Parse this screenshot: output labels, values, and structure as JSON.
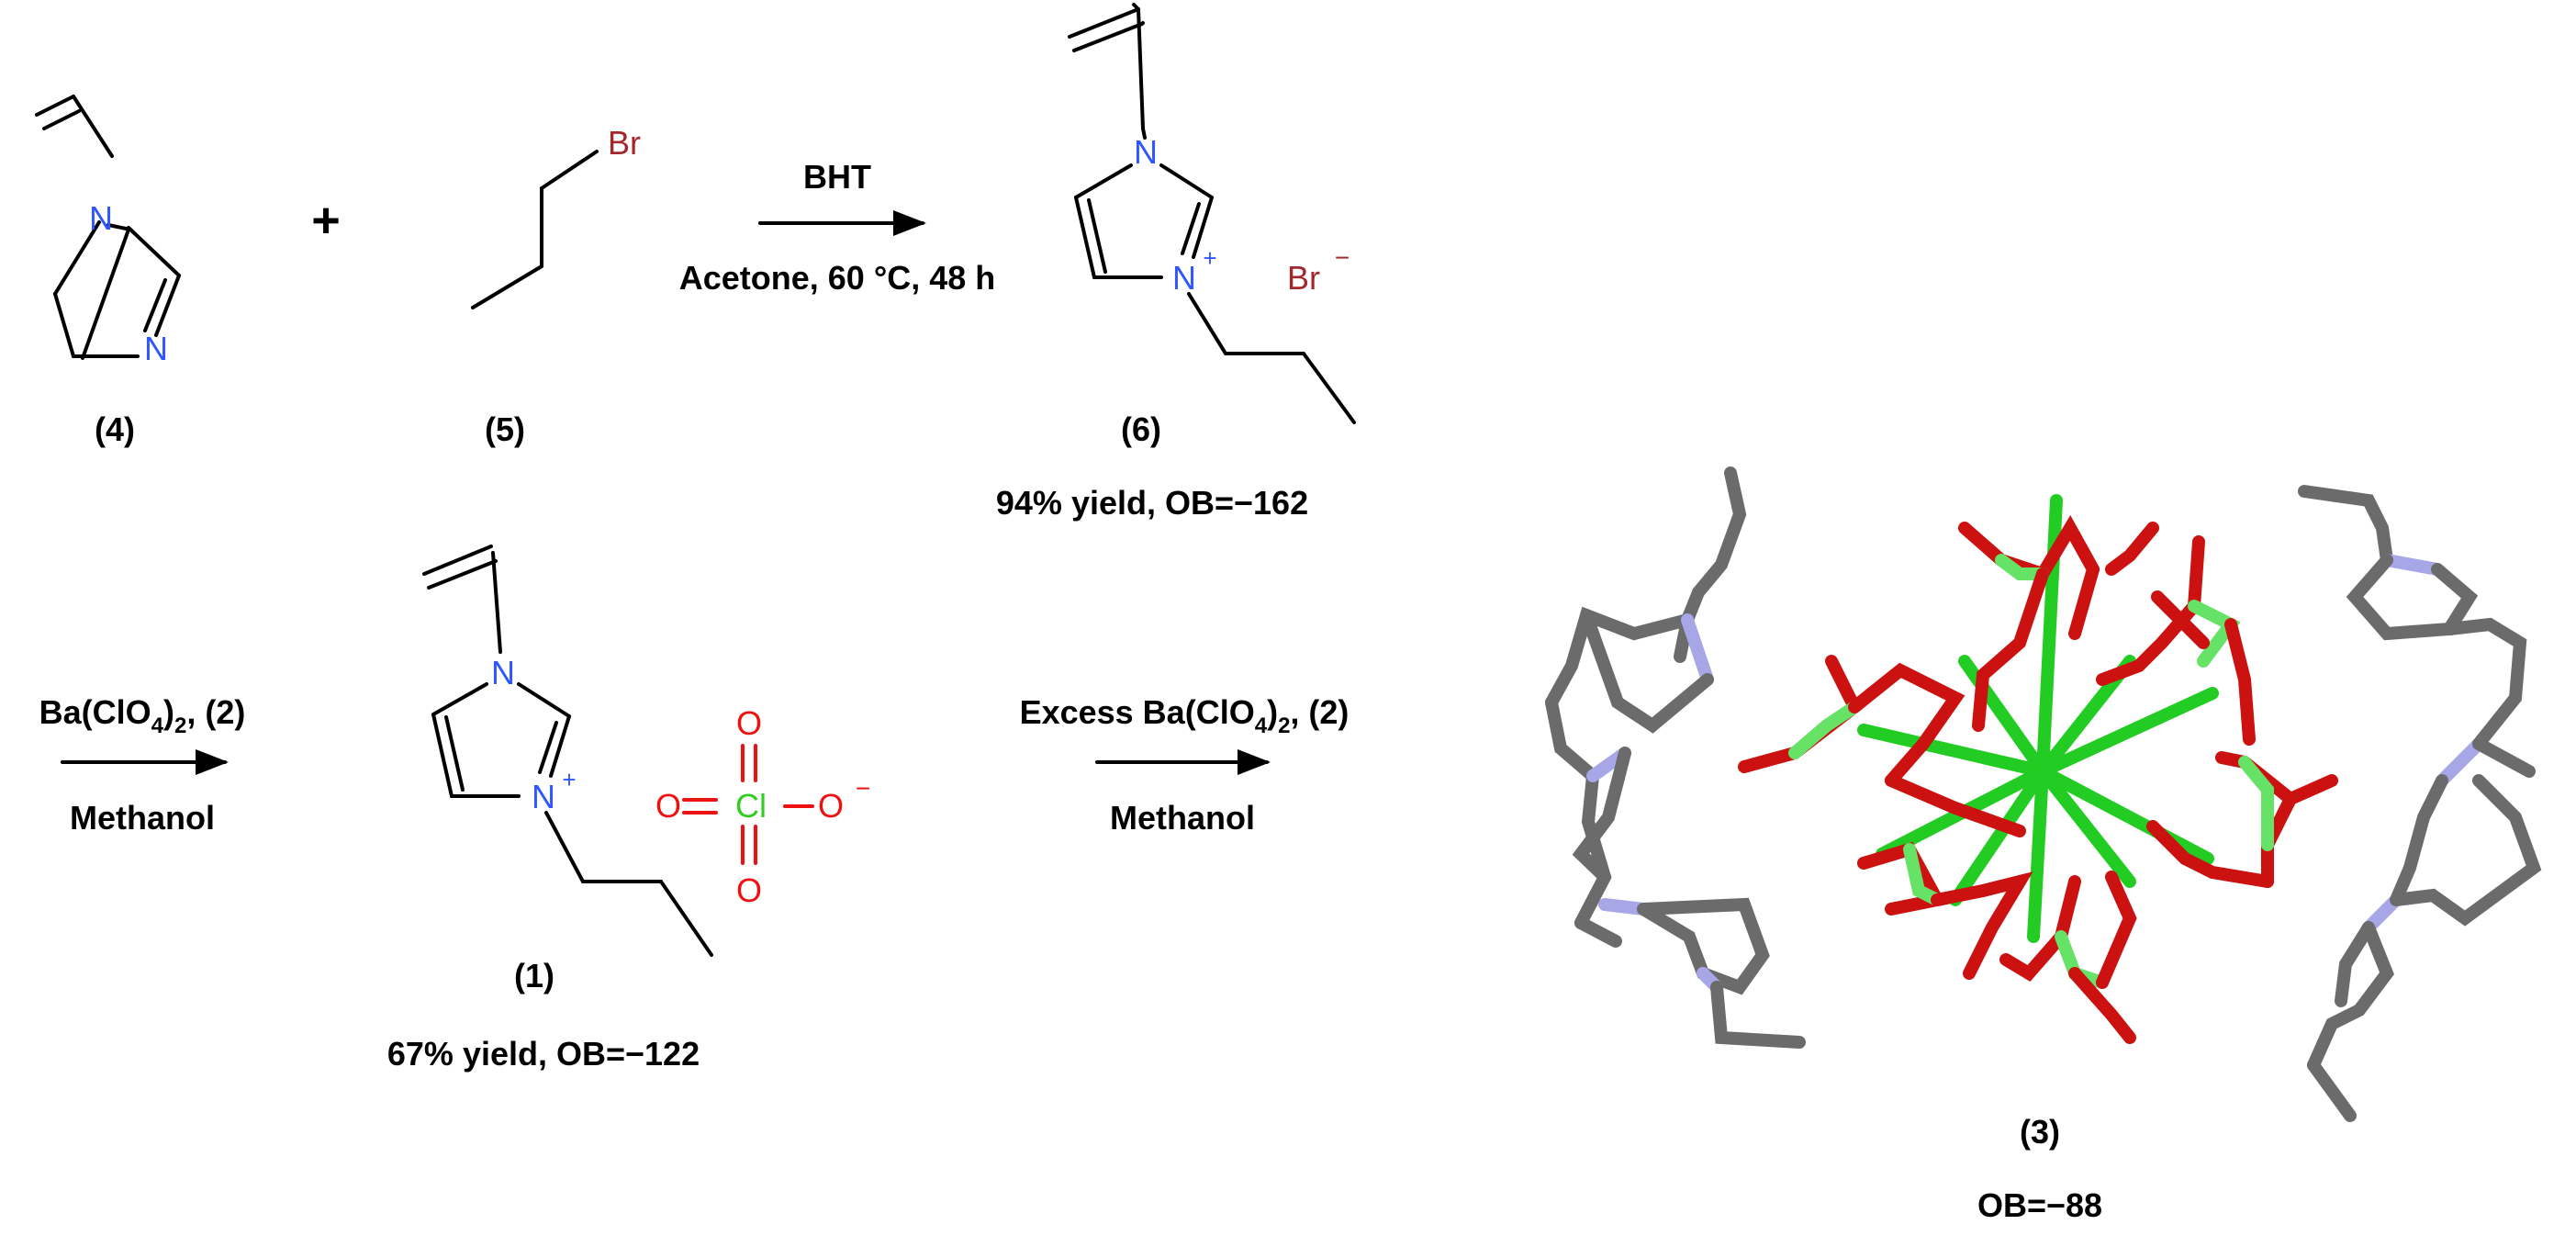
{
  "colors": {
    "nitrogen": "#2f56ff",
    "bromine": "#a4282b",
    "oxygen": "#ee1111",
    "chlorine": "#33cc22",
    "carbon_3d": "#6b6b6b",
    "nitrogen_3d": "#a7a7e8",
    "oxygen_3d": "#cc1111",
    "chlorine_3d": "#66e266",
    "barium_3d": "#22cc22"
  },
  "atoms": {
    "nitrogen": "N",
    "bromine": "Br",
    "chlorine": "Cl",
    "oxygen": "O",
    "plus": "+",
    "minus": "−"
  },
  "plus_sign": "+",
  "compounds": {
    "c4": {
      "label": "(4)"
    },
    "c5": {
      "label": "(5)"
    },
    "c6": {
      "label": "(6)",
      "yield": "94% yield, OB=−162"
    },
    "c1": {
      "label": "(1)",
      "yield": "67% yield, OB=−122"
    },
    "c3": {
      "label": "(3)",
      "ob": "OB=−88"
    }
  },
  "arrows": {
    "a1": {
      "above": "BHT",
      "below": "Acetone, 60 °C, 48 h"
    },
    "a2": {
      "above_prefix": "Ba(ClO",
      "above_sub": "4",
      "above_suffix": ")",
      "above_sub2": "2",
      "above_tail": ", (2)",
      "below": "Methanol"
    },
    "a3": {
      "above_prefix": "Excess Ba(ClO",
      "above_sub": "4",
      "above_suffix": ")",
      "above_sub2": "2",
      "above_tail": ", (2)",
      "below": "Methanol"
    }
  }
}
